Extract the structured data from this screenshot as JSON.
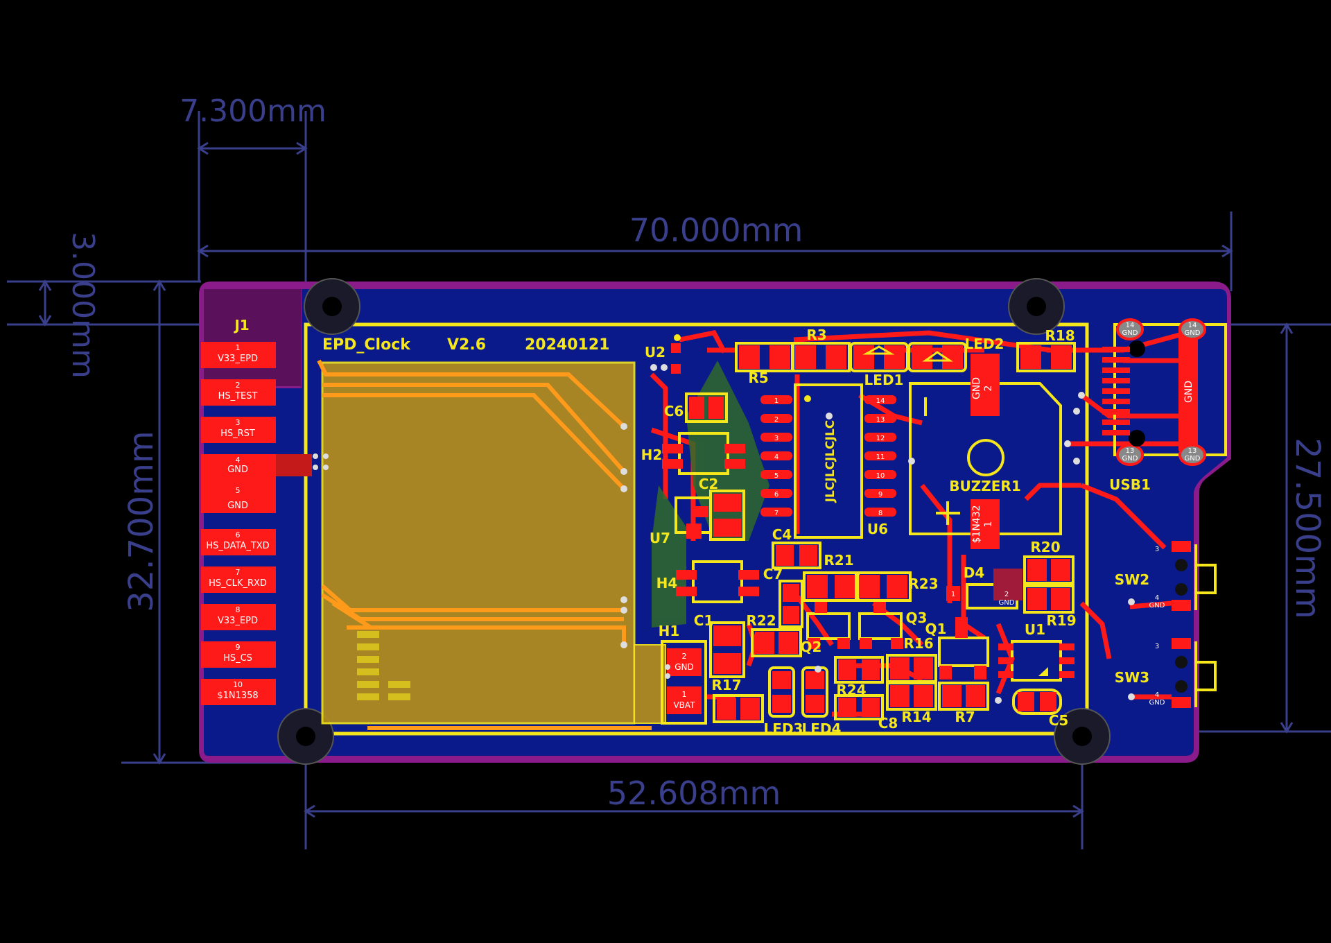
{
  "dimensions": {
    "top_offset": "7.300mm",
    "width": "70.000mm",
    "margin_top": "3.000mm",
    "height_left": "32.700mm",
    "height_right": "27.500mm",
    "hole_spacing": "52.608mm"
  },
  "silkscreen": {
    "project": "EPD_Clock",
    "version": "V2.6",
    "date": "20240121",
    "connector_ref": "J1",
    "jlc_text": "JLCJLCJLCJLC"
  },
  "j1_pins": [
    {
      "num": "1",
      "name": "V33_EPD"
    },
    {
      "num": "2",
      "name": "HS_TEST"
    },
    {
      "num": "3",
      "name": "HS_RST"
    },
    {
      "num": "4",
      "name": "GND"
    },
    {
      "num": "5",
      "name": "GND"
    },
    {
      "num": "6",
      "name": "HS_DATA_TXD"
    },
    {
      "num": "7",
      "name": "HS_CLK_RXD"
    },
    {
      "num": "8",
      "name": "V33_EPD"
    },
    {
      "num": "9",
      "name": "HS_CS"
    },
    {
      "num": "10",
      "name": "$1N1358"
    }
  ],
  "designators": {
    "u2": "U2",
    "r5": "R5",
    "r3": "R3",
    "led1": "LED1",
    "led2": "LED2",
    "r18": "R18",
    "c6": "C6",
    "h2": "H2",
    "c2": "C2",
    "u7": "U7",
    "c4": "C4",
    "u6": "U6",
    "buzzer": "BUZZER1",
    "usb1": "USB1",
    "r20": "R20",
    "d4": "D4",
    "sw2": "SW2",
    "r21": "R21",
    "r23": "R23",
    "h4": "H4",
    "c7": "C7",
    "c1": "C1",
    "r22": "R22",
    "q3": "Q3",
    "q1": "Q1",
    "u1": "U1",
    "r19": "R19",
    "h1": "H1",
    "q2": "Q2",
    "r16": "R16",
    "sw3": "SW3",
    "r17": "R17",
    "r24": "R24",
    "led3": "LED3",
    "led4": "LED4",
    "c8": "C8",
    "r14": "R14",
    "r7": "R7",
    "c5": "C5"
  },
  "pad_labels": {
    "gnd": "GND",
    "vbat": "VBAT",
    "net_d4": "$1N432",
    "pad1": "1",
    "pad2": "2",
    "pad3": "3",
    "pad4": "4",
    "pad13": "13",
    "pad14": "14",
    "u6_left": [
      "1",
      "2",
      "3",
      "4",
      "5",
      "6",
      "7"
    ],
    "u6_right": [
      "14",
      "13",
      "12",
      "11",
      "10",
      "9",
      "8"
    ]
  },
  "colors": {
    "board": "#0a1a8a",
    "outline": "#8b1a8b",
    "copper": "#ff1a1a",
    "silkscreen": "#f5e71c",
    "trace": "#ff9a1a",
    "dimension": "#3a3f8c"
  }
}
